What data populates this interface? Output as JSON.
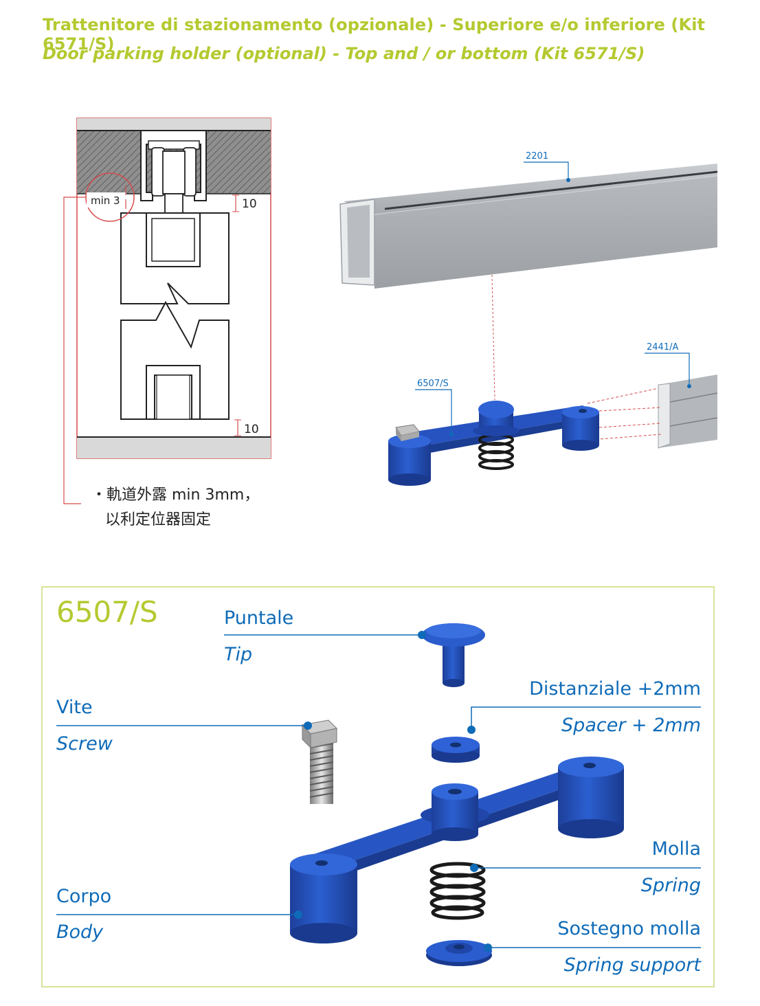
{
  "title": {
    "italian": "Trattenitore di stazionamento (opzionale) - Superiore e/o inferiore (Kit 6571/S)",
    "english": "Door parking holder (optional) - Top and / or bottom (Kit 6571/S)"
  },
  "section_drawing": {
    "detail_label": "min 3",
    "dim_top": "10",
    "dim_bottom": "10",
    "note_line1": "・軌道外露 min 3mm，",
    "note_line2": "以利定位器固定"
  },
  "assembly_callouts": {
    "rail": "2201",
    "holder": "6507/S",
    "profile": "2441/A"
  },
  "kit": {
    "code": "6507/S",
    "parts": [
      {
        "it": "Puntale",
        "en": "Tip"
      },
      {
        "it": "Vite",
        "en": "Screw"
      },
      {
        "it": "Distanziale +2mm",
        "en": "Spacer + 2mm"
      },
      {
        "it": "Corpo",
        "en": "Body"
      },
      {
        "it": "Molla",
        "en": "Spring"
      },
      {
        "it": "Sostegno molla",
        "en": "Spring support"
      }
    ]
  },
  "colors": {
    "accent_green": "#b5c930",
    "label_blue": "#0f6bb8",
    "part_blue": "#2250b5",
    "rail_gray": "#a9adb1"
  }
}
